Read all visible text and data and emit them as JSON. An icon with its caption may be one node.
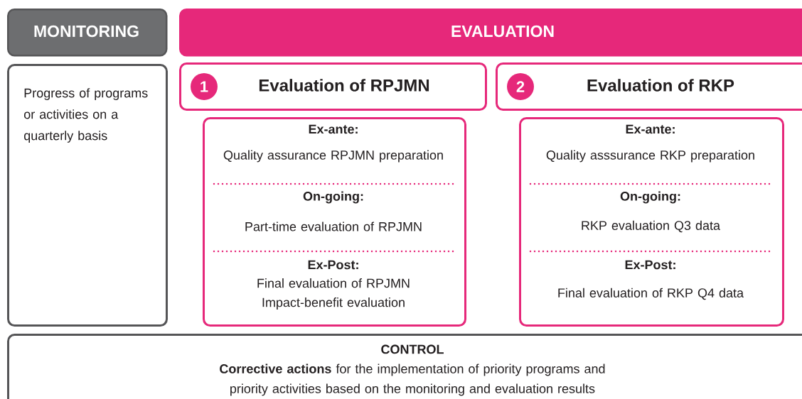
{
  "diagram": {
    "nodes": [
      {
        "text": [
          "MONITORING"
        ]
      },
      {
        "text": [
          "EVALUATION"
        ]
      },
      {
        "text": [
          "Progress of programs or activities on a quarterly basis"
        ]
      },
      {
        "text": [
          "Evaluation of RPJMN"
        ]
      },
      {
        "text": [
          "1"
        ],
        "in": 3
      },
      {
        "text": [
          "Ex-ante:",
          "Quality assurance RPJMN preparation",
          "On-going:",
          "Part-time evaluation of RPJMN",
          "Ex-Post:",
          "Final evaluation of RPJMN Impact-benefit evaluation"
        ]
      },
      {
        "text": [
          "Evaluation of RKP"
        ]
      },
      {
        "text": [
          "2"
        ],
        "in": 6
      },
      {
        "text": [
          "Ex-ante:",
          "Quality asssurance RKP preparation",
          "On-going:",
          "RKP evaluation Q3 data",
          "Ex-Post:",
          "Final evaluation of RKP Q4 data"
        ]
      },
      {
        "text": [
          "CONTROL",
          "**Corrective actions** for the implementation of priority programs and priority activities based on the monitoring and evaluation results"
        ]
      }
    ]
  }
}
